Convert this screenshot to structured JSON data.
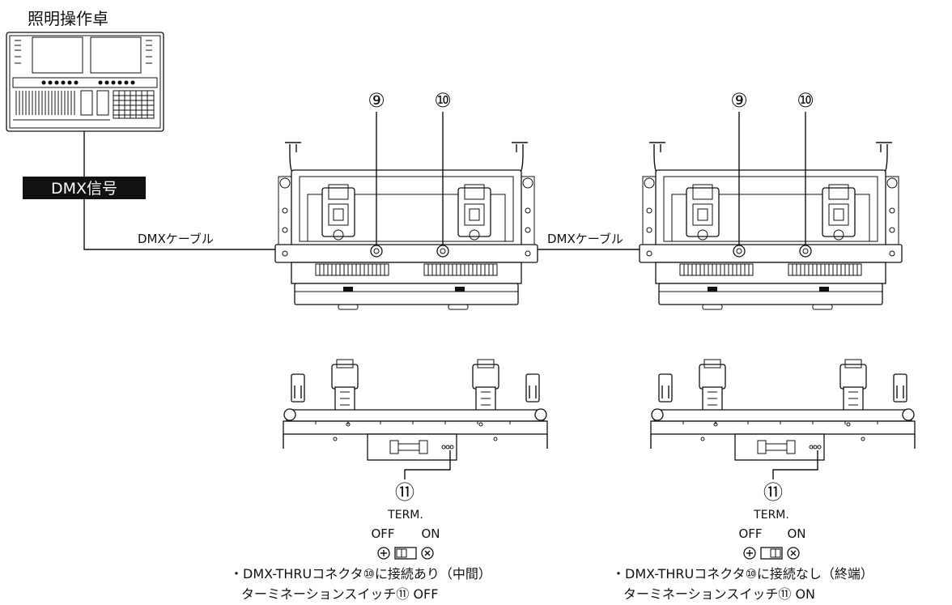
{
  "console": {
    "title": "照明操作卓"
  },
  "signal": {
    "label": "DMX信号"
  },
  "cables": [
    {
      "label": "DMXケーブル"
    },
    {
      "label": "DMXケーブル"
    }
  ],
  "fixtures": [
    {
      "in_marker": "⑨",
      "thru_marker": "⑩",
      "switch_marker": "⑪",
      "term_label": "TERM.",
      "off_label": "OFF",
      "on_label": "ON",
      "switch_state": "OFF",
      "note_line1": "・DMX-THRUコネクタ⑩に接続あり（中間）",
      "note_line2": "ターミネーションスイッチ⑪ OFF"
    },
    {
      "in_marker": "⑨",
      "thru_marker": "⑩",
      "switch_marker": "⑪",
      "term_label": "TERM.",
      "off_label": "OFF",
      "on_label": "ON",
      "switch_state": "ON",
      "note_line1": "・DMX-THRUコネクタ⑩に接続なし（終端）",
      "note_line2": "ターミネーションスイッチ⑪ ON"
    }
  ]
}
